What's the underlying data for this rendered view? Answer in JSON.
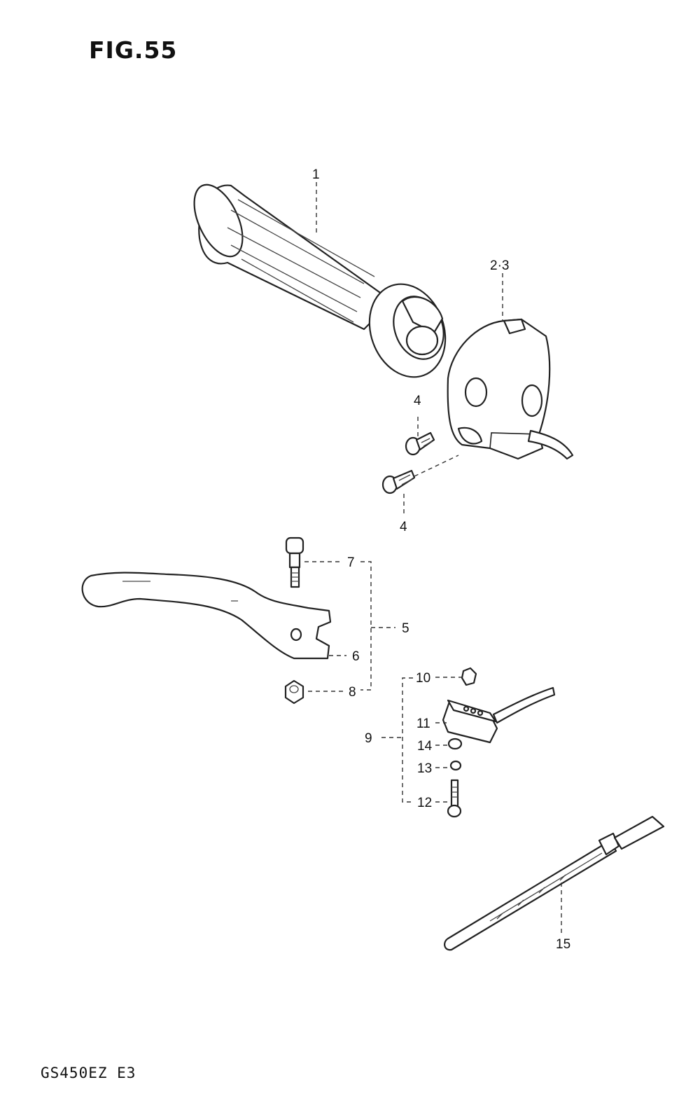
{
  "figure": {
    "title": "FIG.55",
    "model": "GS450EZ  E3"
  },
  "callouts": {
    "c1": "1",
    "c23": "2·3",
    "c4a": "4",
    "c4b": "4",
    "c5": "5",
    "c6": "6",
    "c7": "7",
    "c8": "8",
    "c9": "9",
    "c10": "10",
    "c11": "11",
    "c12": "12",
    "c13": "13",
    "c14": "14",
    "c15": "15"
  }
}
